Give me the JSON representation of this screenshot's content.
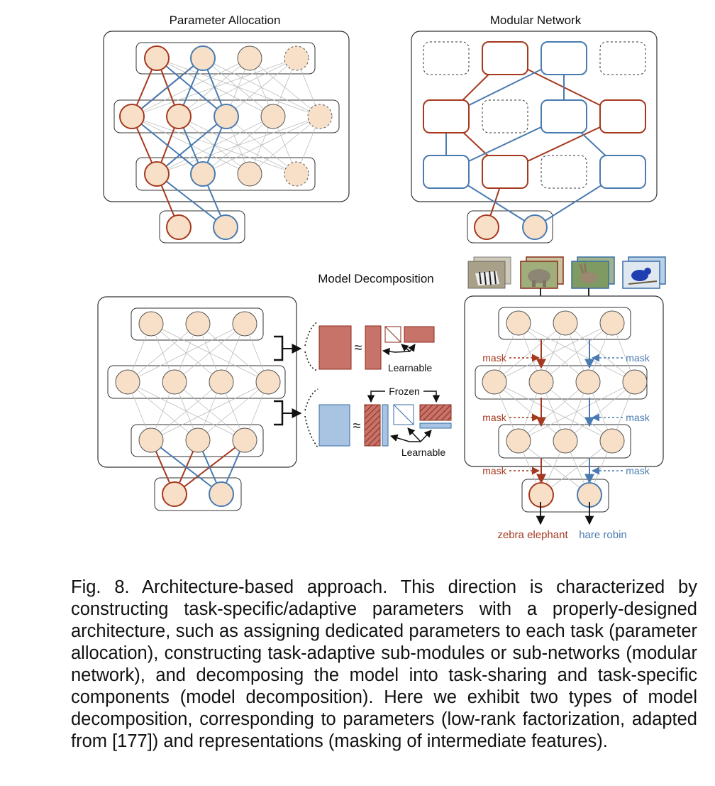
{
  "figure": {
    "titles": {
      "parameter_allocation": "Parameter Allocation",
      "modular_network": "Modular Network",
      "model_decomposition": "Model Decomposition"
    },
    "annotations": {
      "learnable_top": "Learnable",
      "frozen": "Frozen",
      "learnable_bottom": "Learnable",
      "approx": "≈",
      "mask": "mask"
    },
    "outputs": {
      "task_a": "zebra elephant",
      "task_b": "hare robin"
    },
    "images": [
      "zebra",
      "elephant",
      "hare",
      "robin"
    ],
    "colors": {
      "red": "#a5391f",
      "blue": "#4a7bb0",
      "node_fill": "#f8e0c8",
      "red_fill": "#c8736a",
      "blue_fill": "#a8c4e2"
    }
  },
  "caption": {
    "text": "Fig. 8. Architecture-based approach. This direction is characterized by constructing task-specific/adaptive parameters with a properly-designed architecture, such as assigning dedicated parameters to each task (parameter allocation), constructing task-adaptive sub-modules or sub-networks (modular network), and decomposing the model into task-sharing and task-specific components (model decomposition). Here we exhibit two types of model decomposition, corresponding to parameters (low-rank factorization, adapted from [177]) and representations (masking of intermediate features)."
  }
}
